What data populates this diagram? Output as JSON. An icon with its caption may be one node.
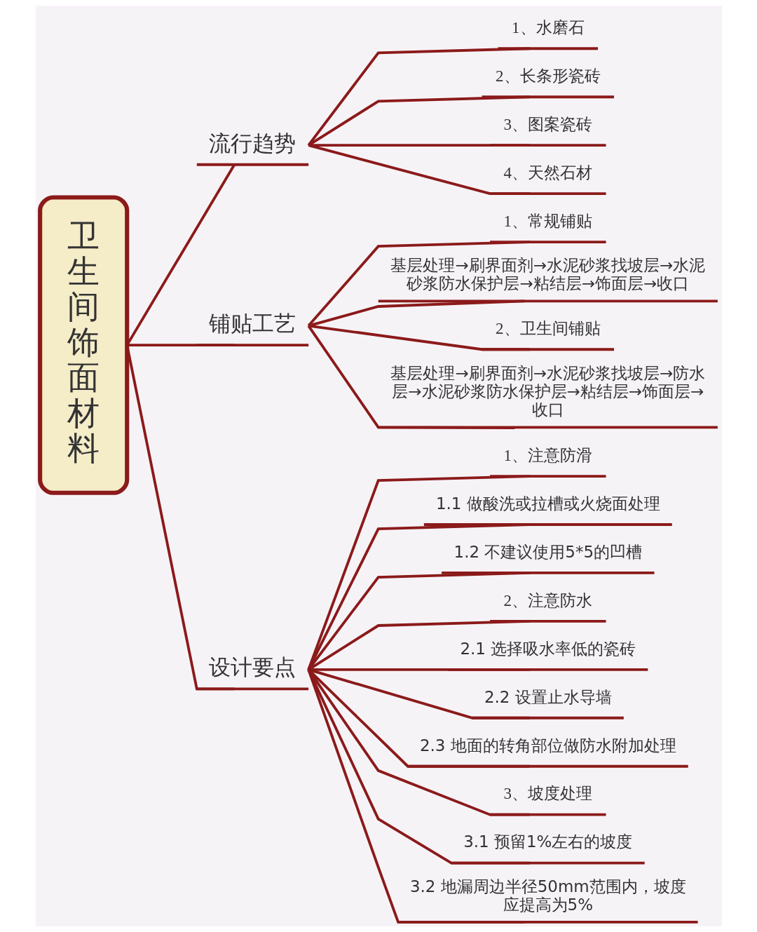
{
  "diagram": {
    "nodes": [
      {
        "text": [
          "卫生间饰面材料"
        ]
      },
      {
        "text": [
          "流行趋势"
        ]
      },
      {
        "text": [
          "1、水磨石"
        ]
      },
      {
        "text": [
          "2、长条形瓷砖"
        ]
      },
      {
        "text": [
          "3、图案瓷砖"
        ]
      },
      {
        "text": [
          "4、天然石材"
        ]
      },
      {
        "text": [
          "铺贴工艺"
        ]
      },
      {
        "text": [
          "1、常规铺贴"
        ]
      },
      {
        "text": [
          "基层处理→刷界面剂→水泥砂浆找坡层→水泥砂浆防水保护层→粘结层→饰面层→收口"
        ]
      },
      {
        "text": [
          "2、卫生间铺贴"
        ]
      },
      {
        "text": [
          "基层处理→刷界面剂→水泥砂浆找坡层→防水层→水泥砂浆防水保护层→粘结层→饰面层→收口"
        ]
      },
      {
        "text": [
          "设计要点"
        ]
      },
      {
        "text": [
          "1、注意防滑"
        ]
      },
      {
        "text": [
          "1.1 做酸洗或拉槽或火烧面处理"
        ]
      },
      {
        "text": [
          "1.2 不建议使用5*5的凹槽"
        ]
      },
      {
        "text": [
          "2、注意防水"
        ]
      },
      {
        "text": [
          "2.1 选择吸水率低的瓷砖"
        ]
      },
      {
        "text": [
          "2.2 设置止水导墙"
        ]
      },
      {
        "text": [
          "2.3 地面的转角部位做防水附加处理"
        ]
      },
      {
        "text": [
          "3、坡度处理"
        ]
      },
      {
        "text": [
          "3.1 预留1%左右的坡度"
        ]
      },
      {
        "text": [
          "3.2 地漏周边半径50mm范围内，坡度应提高为5%"
        ]
      }
    ],
    "edges": [
      {
        "from": 0,
        "to": 1,
        "arrow": "none"
      },
      {
        "from": 1,
        "to": 2,
        "arrow": "none"
      },
      {
        "from": 1,
        "to": 3,
        "arrow": "none"
      },
      {
        "from": 1,
        "to": 4,
        "arrow": "none"
      },
      {
        "from": 1,
        "to": 5,
        "arrow": "none"
      },
      {
        "from": 0,
        "to": 6,
        "arrow": "none"
      },
      {
        "from": 6,
        "to": 7,
        "arrow": "none"
      },
      {
        "from": 6,
        "to": 8,
        "arrow": "none"
      },
      {
        "from": 6,
        "to": 9,
        "arrow": "none"
      },
      {
        "from": 6,
        "to": 10,
        "arrow": "none"
      },
      {
        "from": 0,
        "to": 11,
        "arrow": "none"
      },
      {
        "from": 11,
        "to": 12,
        "arrow": "none"
      },
      {
        "from": 11,
        "to": 13,
        "arrow": "none"
      },
      {
        "from": 11,
        "to": 14,
        "arrow": "none"
      },
      {
        "from": 11,
        "to": 15,
        "arrow": "none"
      },
      {
        "from": 11,
        "to": 16,
        "arrow": "none"
      },
      {
        "from": 11,
        "to": 17,
        "arrow": "none"
      },
      {
        "from": 11,
        "to": 18,
        "arrow": "none"
      },
      {
        "from": 11,
        "to": 19,
        "arrow": "none"
      },
      {
        "from": 11,
        "to": 20,
        "arrow": "none"
      },
      {
        "from": 11,
        "to": 21,
        "arrow": "none"
      }
    ]
  }
}
